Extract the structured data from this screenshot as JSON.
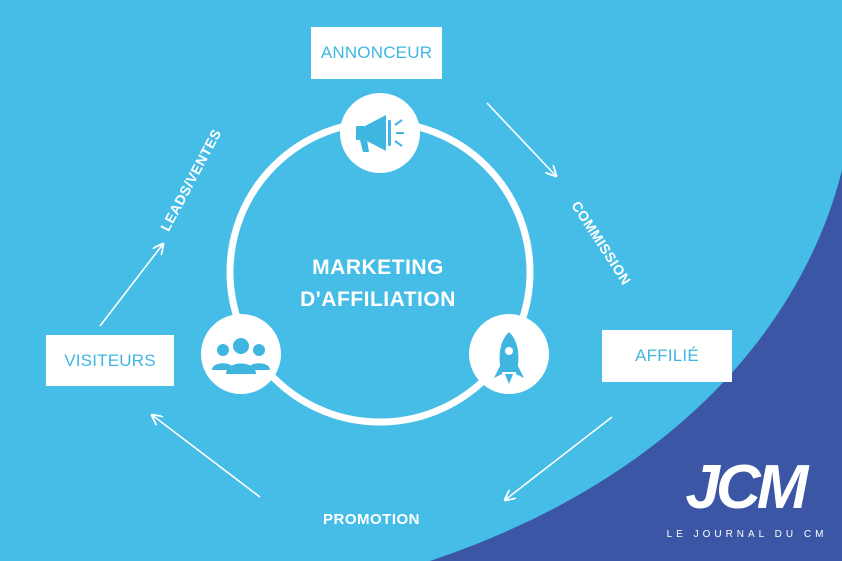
{
  "diagram": {
    "center_title_line1": "MARKETING",
    "center_title_line2": "D'AFFILIATION",
    "nodes": [
      {
        "label": "ANNONCEUR",
        "icon": "megaphone-icon"
      },
      {
        "label": "AFFILIÉ",
        "icon": "rocket-icon"
      },
      {
        "label": "VISITEURS",
        "icon": "users-group-icon"
      }
    ],
    "edges": [
      {
        "label": "COMMISSION"
      },
      {
        "label": "PROMOTION"
      },
      {
        "label": "LEADS/VENTES"
      }
    ]
  },
  "brand": {
    "logo_text": "JCM",
    "tagline": "LE JOURNAL DU CM"
  },
  "colors": {
    "background": "#45bde6",
    "corner": "#3a56a4",
    "text_boxes": "#3fb6e0",
    "white": "#ffffff"
  }
}
